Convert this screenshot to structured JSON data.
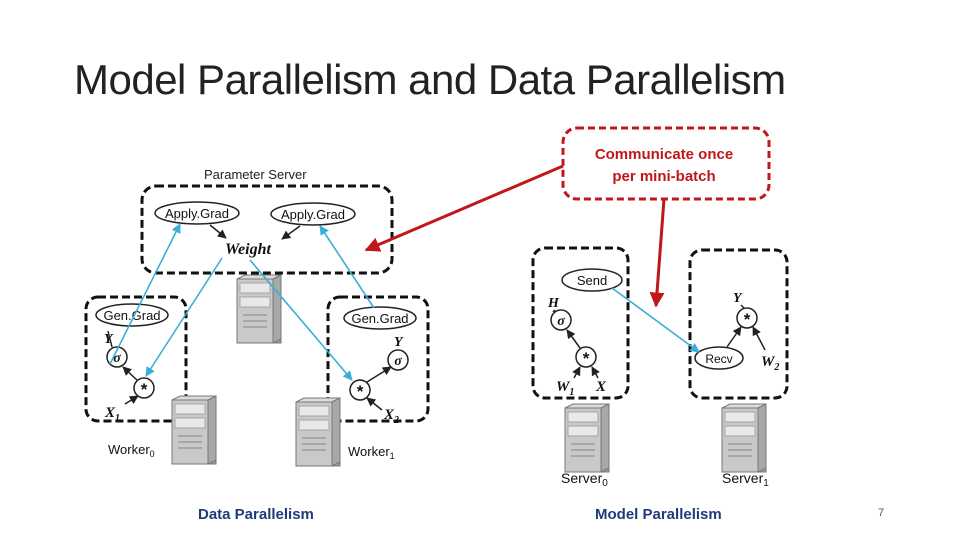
{
  "slide": {
    "title": "Model Parallelism and Data Parallelism",
    "page_number": "7"
  },
  "callout": {
    "line1": "Communicate once",
    "line2": "per mini-batch",
    "color": "#c0171a"
  },
  "data_parallelism": {
    "caption": "Data Parallelism",
    "parameter_server": {
      "label": "Parameter Server",
      "apply_grad_left": "Apply.Grad",
      "apply_grad_right": "Apply.Grad",
      "weight": "Weight"
    },
    "worker0": {
      "gen_grad": "Gen.Grad",
      "y": "Y",
      "sigma": "σ",
      "mul": "*",
      "x": "X",
      "x_sub": "1",
      "name": "Worker",
      "name_sub": "0"
    },
    "worker1": {
      "gen_grad": "Gen.Grad",
      "y": "Y",
      "sigma": "σ",
      "mul": "*",
      "x": "X",
      "x_sub": "2",
      "name": "Worker",
      "name_sub": "1"
    }
  },
  "model_parallelism": {
    "caption": "Model Parallelism",
    "server0": {
      "send": "Send",
      "h": "H",
      "sigma": "σ",
      "mul": "*",
      "w": "W",
      "w_sub": "1",
      "x": "X",
      "name": "Server",
      "name_sub": "0"
    },
    "server1": {
      "y": "Y",
      "mul": "*",
      "recv": "Recv",
      "w": "W",
      "w_sub": "2",
      "name": "Server",
      "name_sub": "1"
    }
  },
  "colors": {
    "link": "#3aaed8",
    "caption": "#1f3b7a",
    "arrow_red": "#c0171a"
  }
}
